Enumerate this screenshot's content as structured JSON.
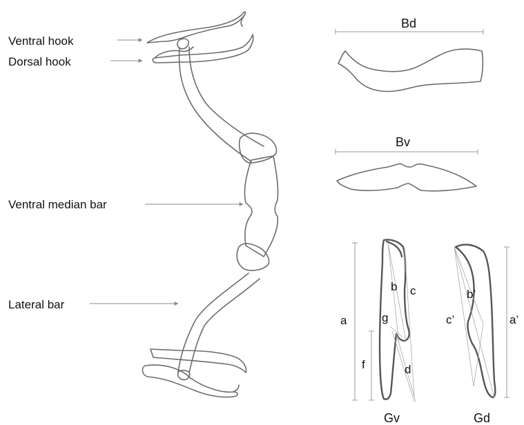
{
  "labels": {
    "ventral_hook": "Ventral hook",
    "dorsal_hook": "Dorsal hook",
    "ventral_median_bar": "Ventral median bar",
    "lateral_bar": "Lateral bar"
  },
  "bars": {
    "bd": "Bd",
    "bv": "Bv"
  },
  "gonopod": {
    "gv": "Gv",
    "gd": "Gd",
    "measures": {
      "a": "a",
      "b": "b",
      "c": "c",
      "d": "d",
      "f": "f",
      "g": "g",
      "a_prime": "a’",
      "b_prime": "b’",
      "c_prime": "c’"
    }
  }
}
